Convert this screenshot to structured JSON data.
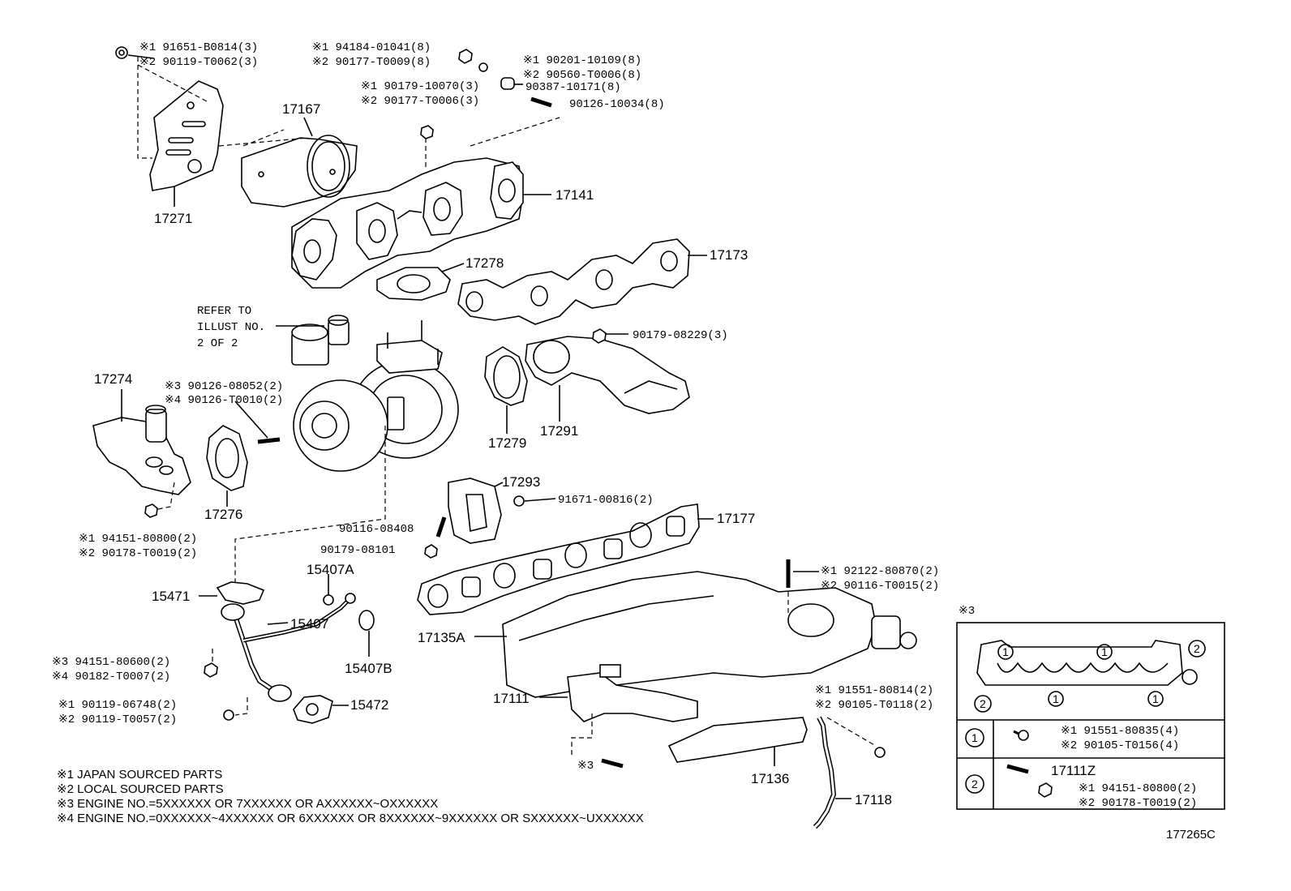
{
  "top_left": {
    "p17271_bolt_1": "※1 91651-B0814(3)",
    "p17271_bolt_2": "※2 90119-T0062(3)",
    "nut_1": "※1 94184-01041(8)",
    "nut_2": "※2 90177-T0009(8)",
    "washer_1": "※1 90201-10109(8)",
    "washer_2": "※2 90560-T0006(8)",
    "nut3_1": "※1 90179-10070(3)",
    "nut3_2": "※2 90177-T0006(3)",
    "collar": "90387-10171(8)",
    "stud": "90126-10034(8)"
  },
  "parts": {
    "p17167": "17167",
    "p17141": "17141",
    "p17271": "17271",
    "p17278": "17278",
    "p17173": "17173",
    "p17274": "17274",
    "p17276": "17276",
    "p17279": "17279",
    "p17291": "17291",
    "p17293": "17293",
    "p17177": "17177",
    "p15471": "15471",
    "p15407": "15407",
    "p15407A": "15407A",
    "p15407B": "15407B",
    "p15472": "15472",
    "p17135A": "17135A",
    "p17111": "17111",
    "p17136": "17136",
    "p17118": "17118"
  },
  "refer": {
    "line1": "REFER TO",
    "line2": "ILLUST NO.",
    "line3": "2 OF 2"
  },
  "callouts": {
    "nut_17291": "90179-08229(3)",
    "stud_a_3": "※3 90126-08052(2)",
    "stud_a_4": "※4 90126-T0010(2)",
    "nut_17274_1": "※1 94151-80800(2)",
    "nut_17274_2": "※2 90178-T0019(2)",
    "bolt_17293": "91671-00816(2)",
    "stud_17293": "90116-08408",
    "nut_17293": "90179-08101",
    "nut_15407_3": "※3 94151-80600(2)",
    "nut_15407_4": "※4 90182-T0007(2)",
    "bolt_15407_1": "※1 90119-06748(2)",
    "bolt_15407_2": "※2 90119-T0057(2)",
    "stud_17111_1": "※1 92122-80870(2)",
    "stud_17111_2": "※2 90116-T0015(2)",
    "bolt_17118_1": "※1 91551-80814(2)",
    "bolt_17118_2": "※2 90105-T0118(2)",
    "stud_3": "※3"
  },
  "inset": {
    "title": "※3",
    "mark1": "1",
    "mark2": "2",
    "row1_mark": "1",
    "row1_a": "※1 91551-80835(4)",
    "row1_b": "※2 90105-T0156(4)",
    "row2_mark": "2",
    "row2_part": "17111Z",
    "row2_a": "※1 94151-80800(2)",
    "row2_b": "※2 90178-T0019(2)"
  },
  "notes": [
    "※1 JAPAN SOURCED PARTS",
    "※2 LOCAL SOURCED PARTS",
    "※3 ENGINE NO.=5XXXXXX OR 7XXXXXX OR AXXXXXX~OXXXXXX",
    "※4 ENGINE NO.=0XXXXXX~4XXXXXX OR 6XXXXXX OR 8XXXXXX~9XXXXXX OR SXXXXXX~UXXXXXX"
  ],
  "illustration_code": "177265C"
}
